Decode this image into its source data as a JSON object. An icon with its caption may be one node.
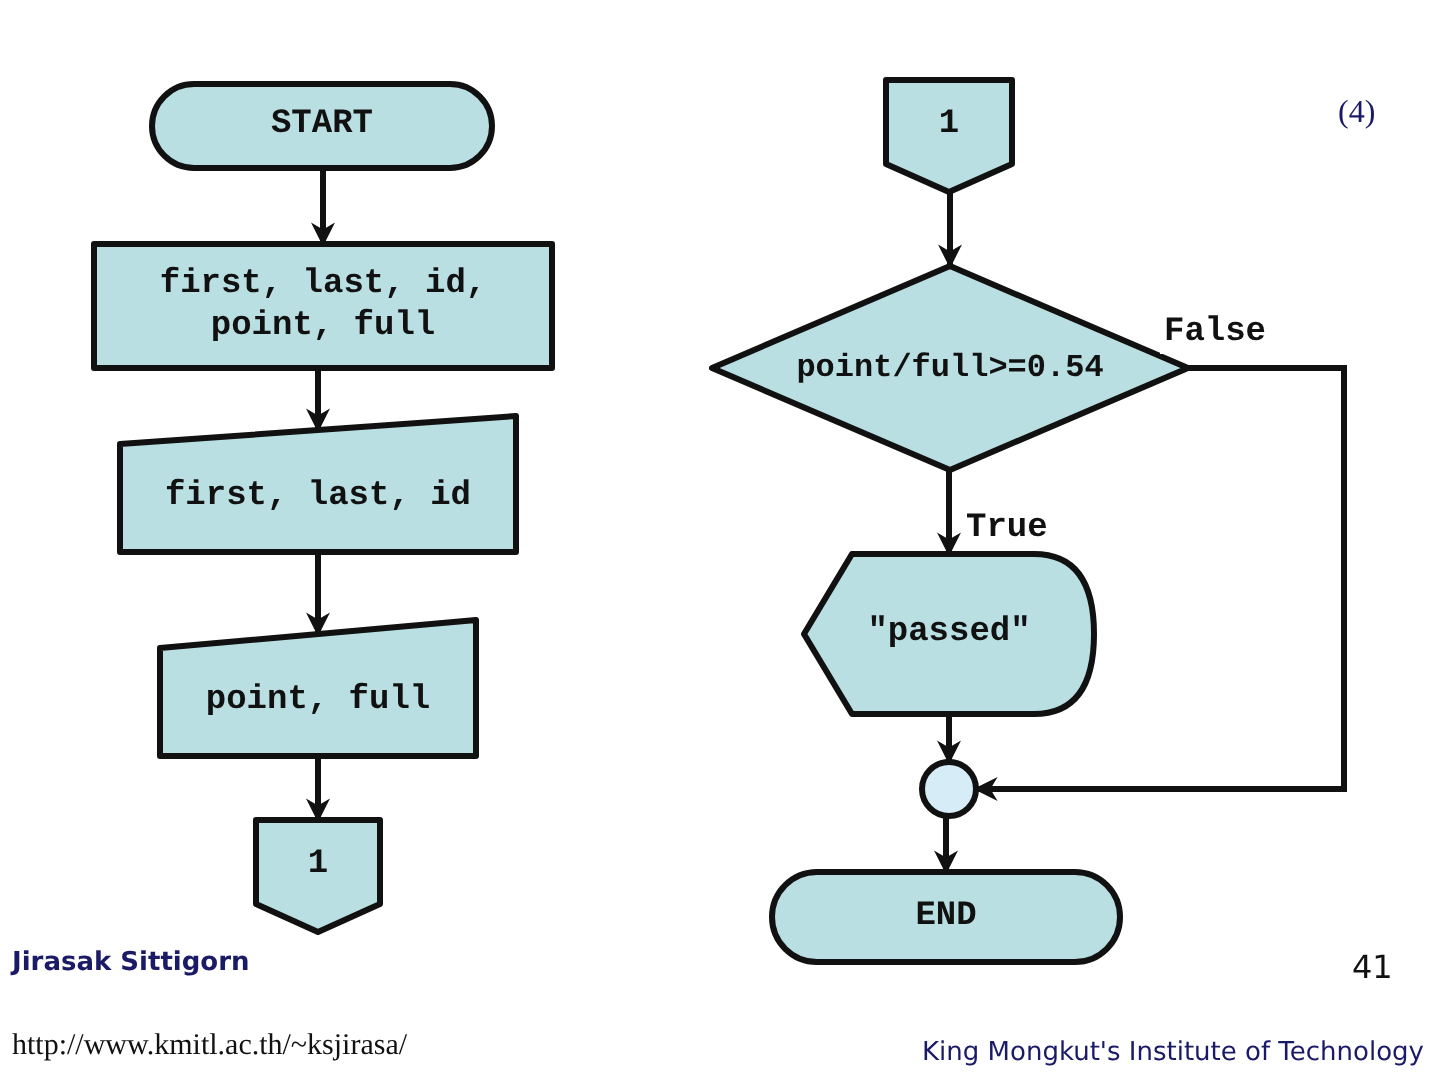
{
  "diagram": {
    "nodes": [
      {
        "text": [
          "START"
        ]
      },
      {
        "text": [
          "first, last, id, point, full"
        ]
      },
      {
        "text": [
          "first, last, id"
        ]
      },
      {
        "text": [
          "point, full"
        ]
      },
      {
        "text": [
          "1"
        ]
      },
      {
        "text": [
          "1"
        ]
      },
      {
        "text": [
          "point/full>=0.54"
        ]
      },
      {
        "text": [
          "\"passed\""
        ]
      },
      {
        "text": [],
        "shape": "circle"
      },
      {
        "text": [
          "END"
        ]
      }
    ],
    "edges": [
      {
        "from": 0,
        "to": 1,
        "arrow": "to"
      },
      {
        "from": 1,
        "to": 2,
        "arrow": "to"
      },
      {
        "from": 2,
        "to": 3,
        "arrow": "to"
      },
      {
        "from": 3,
        "to": 4,
        "arrow": "to"
      },
      {
        "from": 5,
        "to": 6,
        "arrow": "to"
      },
      {
        "from": 6,
        "to": 7,
        "arrow": "to",
        "label": "True"
      },
      {
        "from": 6,
        "to": 8,
        "arrow": "to",
        "label": "False"
      },
      {
        "from": 7,
        "to": 8,
        "arrow": "to"
      },
      {
        "from": 8,
        "to": 9,
        "arrow": "to"
      }
    ],
    "labels": [
      "(4)",
      "Jirasak Sittigorn",
      "http://www.kmitl.ac.th/~ksjirasa/",
      "41",
      "King Mongkut's Institute of Technology"
    ]
  }
}
